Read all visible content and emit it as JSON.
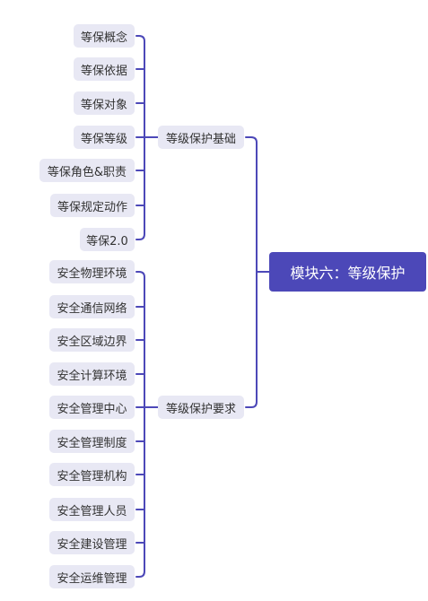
{
  "root": {
    "label": "模块六：等级保护"
  },
  "branches": [
    {
      "label": "等级保护基础",
      "children": [
        "等保概念",
        "等保依据",
        "等保对象",
        "等保等级",
        "等保角色&职责",
        "等保规定动作",
        "等保2.0"
      ]
    },
    {
      "label": "等级保护要求",
      "children": [
        "安全物理环境",
        "安全通信网络",
        "安全区域边界",
        "安全计算环境",
        "安全管理中心",
        "安全管理制度",
        "安全管理机构",
        "安全管理人员",
        "安全建设管理",
        "安全运维管理"
      ]
    }
  ],
  "colors": {
    "line": "#4c48b8",
    "node_bg": "#e8e8f4",
    "root_bg": "#4c48b8"
  }
}
